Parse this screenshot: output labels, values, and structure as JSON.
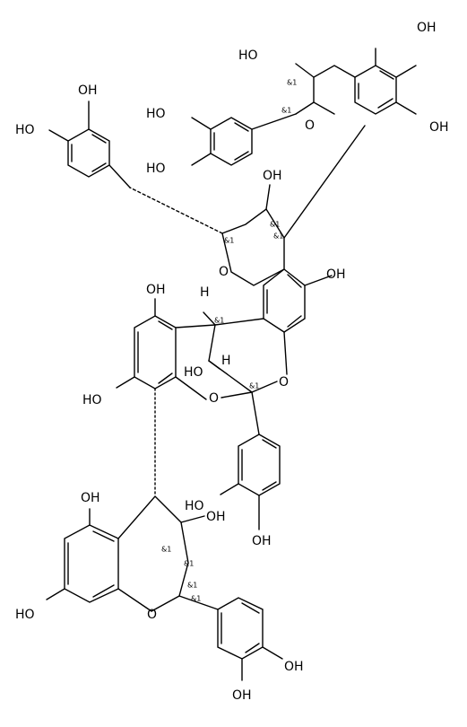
{
  "molecule": {
    "atom_labels": {
      "hydroxyl": "OH",
      "hydroxyl_left": "HO",
      "ring_oxygen": "O",
      "hydrogen": "H",
      "stereo": "&1"
    },
    "colors": {
      "ink": "#000000",
      "background": "#ffffff"
    }
  }
}
